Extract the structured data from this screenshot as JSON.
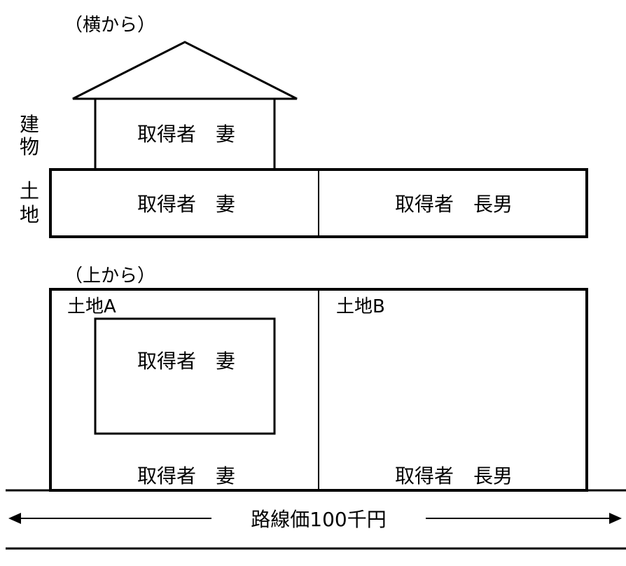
{
  "side_view": {
    "heading": "（横から）",
    "building_label": [
      "建",
      "物"
    ],
    "land_label": [
      "土",
      "地"
    ],
    "building_owner": "取得者　妻",
    "land_left_owner": "取得者　妻",
    "land_right_owner": "取得者　長男"
  },
  "top_view": {
    "heading": "（上から）",
    "land_a_label": "土地A",
    "land_b_label": "土地B",
    "building_owner": "取得者　妻",
    "land_a_owner": "取得者　妻",
    "land_b_owner": "取得者　長男"
  },
  "road": {
    "label": "路線価100千円"
  }
}
